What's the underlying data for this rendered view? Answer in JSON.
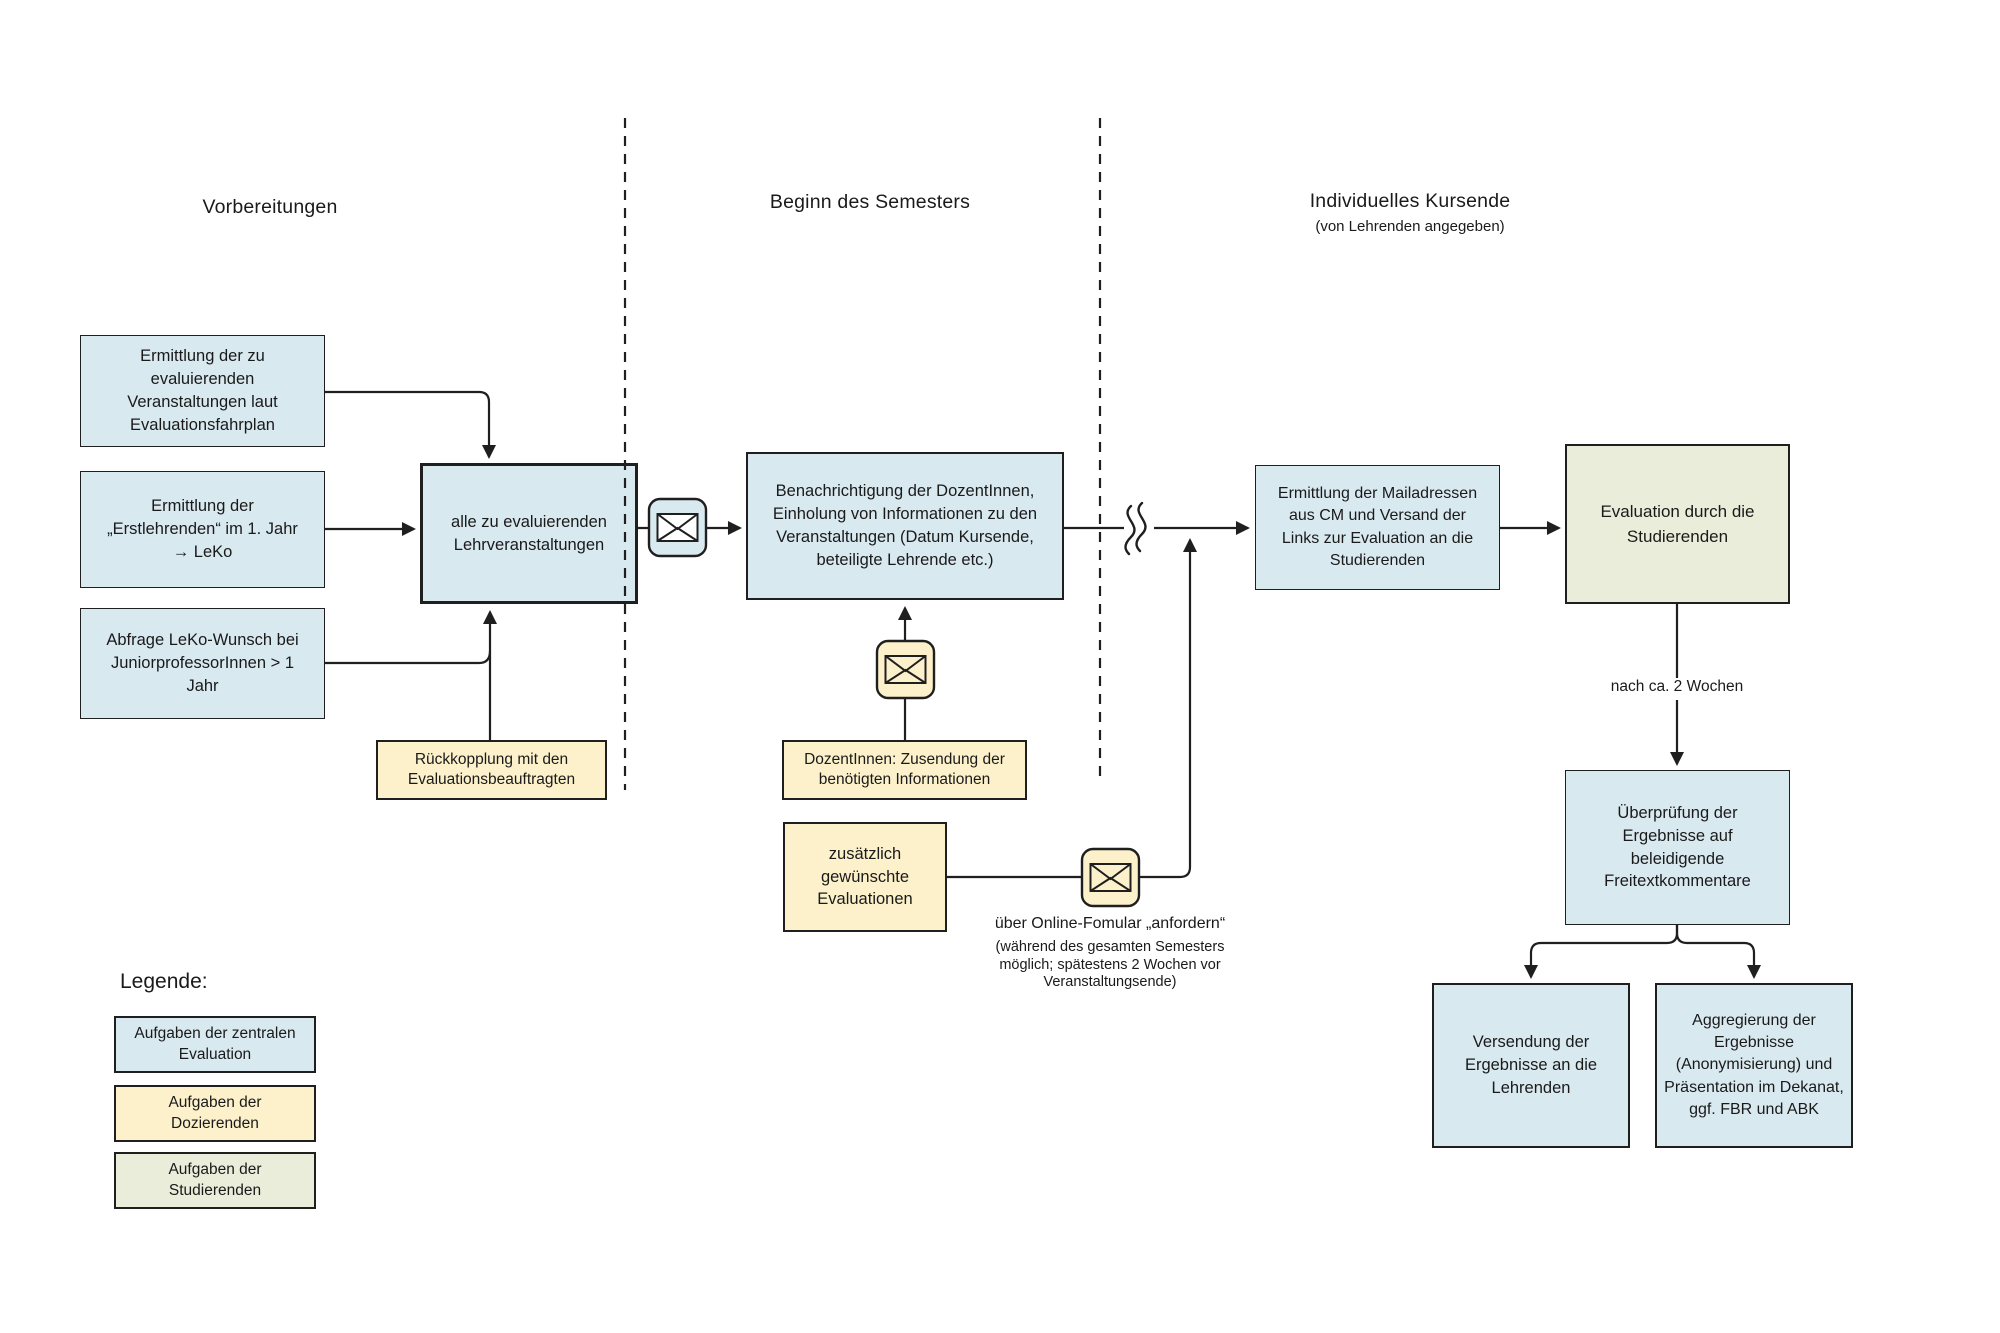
{
  "headers": {
    "col1": {
      "title": "Vorbereitungen"
    },
    "col2": {
      "title": "Beginn des Semesters"
    },
    "col3": {
      "title": "Individuelles Kursende",
      "subtitle": "(von Lehrenden angegeben)"
    }
  },
  "boxes": {
    "ermittlung_veranstaltungen": "Ermittlung der zu\nevaluierenden\nVeranstaltungen laut\nEvaluationsfahrplan",
    "ermittlung_erstlehrende": "Ermittlung der\n„Erstlehrenden“ im 1. Jahr\n→ LeKo",
    "abfrage_leko": "Abfrage LeKo-Wunsch bei\nJuniorprofessorInnen > 1\nJahr",
    "alle_lehrveranstaltungen": "alle zu evaluierenden\nLehrveranstaltungen",
    "rueckkopplung": "Rückkopplung mit den\nEvaluationsbeauftragten",
    "benachrichtigung": "Benachrichtigung der DozentInnen,\nEinholung von Informationen zu den\nVeranstaltungen (Datum Kursende,\nbeteiligte Lehrende etc.)",
    "zusendung": "DozentInnen: Zusendung der\nbenötigten Informationen",
    "zusaetzliche_evaluationen": "zusätzlich\ngewünschte\nEvaluationen",
    "mailadressen": "Ermittlung der Mailadressen\naus CM und Versand der\nLinks zur Evaluation an die\nStudierenden",
    "evaluation_studierende": "Evaluation durch die\nStudierenden",
    "ueberpruefung": "Überprüfung der\nErgebnisse auf\nbeleidigende\nFreitextkommentare",
    "versendung": "Versendung der\nErgebnisse an die\nLehrenden",
    "aggregierung": "Aggregierung der\nErgebnisse\n(Anonymisierung) und\nPräsentation im Dekanat,\nggf. FBR und ABK"
  },
  "annotations": {
    "wait_label": "nach ca. 2 Wochen",
    "online_form_title": "über Online-Fomular „anfordern“",
    "online_form_note": "(während des gesamten Semesters\nmöglich; spätestens 2 Wochen vor\nVeranstaltungsende)"
  },
  "legend": {
    "title": "Legende:",
    "items": [
      {
        "label": "Aufgaben der zentralen\nEvaluation",
        "color_key": "central"
      },
      {
        "label": "Aufgaben der\nDozierenden",
        "color_key": "lecturers"
      },
      {
        "label": "Aufgaben der\nStudierenden",
        "color_key": "students"
      }
    ]
  },
  "icons": {
    "message": "envelope-icon",
    "time_break": "squiggle-break-icon"
  },
  "colors": {
    "central": "#d9e9f0",
    "lecturers": "#fcf1ca",
    "students": "#e9edda",
    "line": "#1f1f1f"
  }
}
